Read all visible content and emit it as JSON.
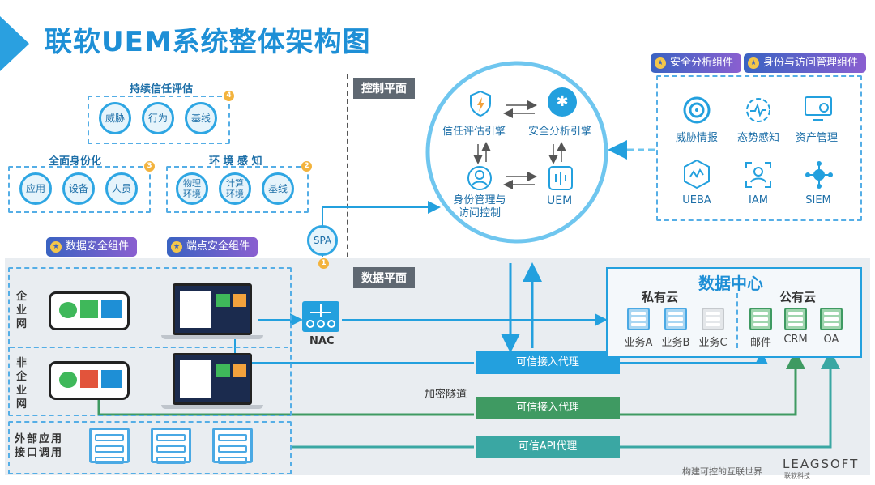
{
  "title": "联软UEM系统整体架构图",
  "colors": {
    "accent": "#1e8fd6",
    "blue_proxy": "#23a0de",
    "green_proxy": "#3f9a62",
    "teal_proxy": "#3aa7a3",
    "pill_gradient": [
      "#3a63c2",
      "#8a5fd0"
    ]
  },
  "trust_eval": {
    "label": "持续信任评估",
    "num": "4",
    "items": [
      "威胁",
      "行为",
      "基线"
    ]
  },
  "identity": {
    "label": "全面身份化",
    "num": "3",
    "items": [
      "应用",
      "设备",
      "人员"
    ]
  },
  "env": {
    "label": "环 境 感 知",
    "num": "2",
    "items": [
      "物理环境",
      "计算环境",
      "基线"
    ]
  },
  "spa": {
    "label": "SPA",
    "num": "1"
  },
  "pills": {
    "data_sec": "数据安全组件",
    "endpoint_sec": "端点安全组件",
    "analysis": "安全分析组件",
    "identity_access": "身份与访问管理组件"
  },
  "control_plane": {
    "tag": "控制平面",
    "engines": [
      "信任评估引擎",
      "安全分析引擎",
      "身份管理与访问控制",
      "UEM"
    ]
  },
  "right_icons": [
    "威胁情报",
    "态势感知",
    "资产管理",
    "UEBA",
    "IAM",
    "SIEM"
  ],
  "data_plane": {
    "tag": "数据平面"
  },
  "zones": {
    "enterprise": "企业网",
    "non_enterprise": "非企业网",
    "external": "外部应用接口调用"
  },
  "nac": "NAC",
  "proxies": [
    "可信接入代理",
    "可信接入代理",
    "可信API代理"
  ],
  "tunnel": "加密隧道",
  "datacenter": {
    "title": "数据中心",
    "private_cloud": "私有云",
    "public_cloud": "公有云",
    "private_servers": [
      "业务A",
      "业务B",
      "业务C"
    ],
    "public_servers": [
      "邮件",
      "CRM",
      "OA"
    ]
  },
  "footer": {
    "slogan": "构建可控的互联世界",
    "brand": "LEAGSOFT",
    "brand_sub": "联软科技"
  }
}
